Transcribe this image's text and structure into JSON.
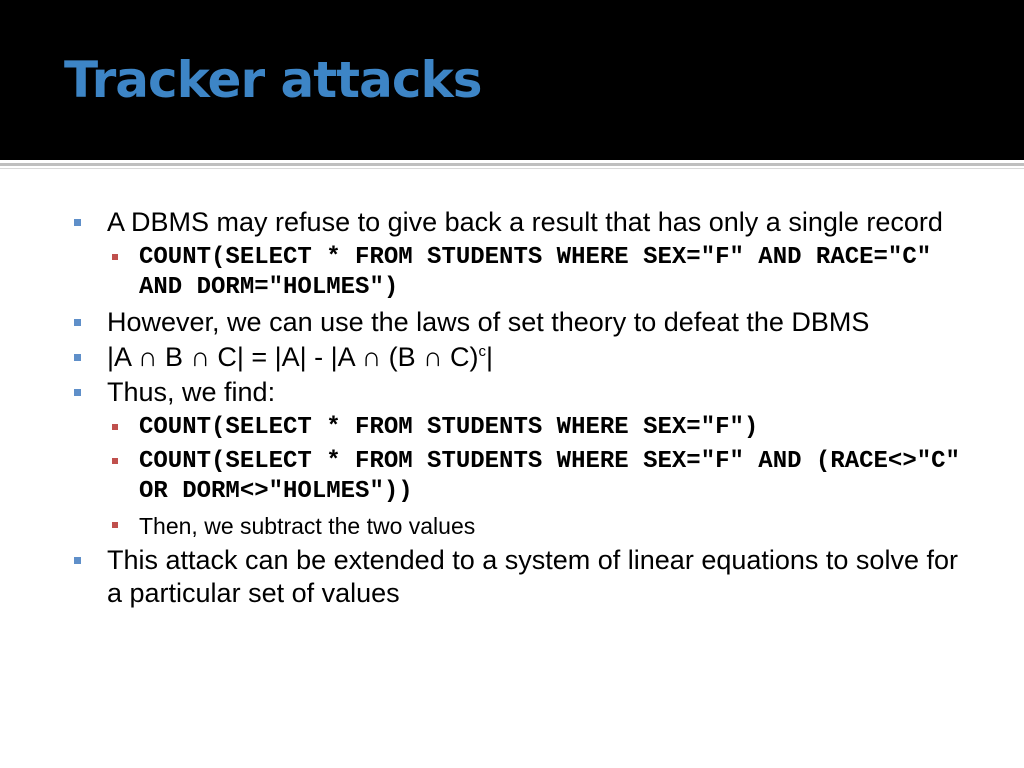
{
  "slide": {
    "title": "Tracker attacks",
    "colors": {
      "title": "#3d85c6",
      "header_bg": "#000000",
      "bullet_level1": "#5f8fc9",
      "bullet_level2": "#c0504d"
    },
    "bullets": [
      {
        "text": "A DBMS may refuse to give back a result that has only a single record"
      },
      {
        "text": "COUNT(SELECT * FROM STUDENTS WHERE SEX=\"F\" AND RACE=\"C\" AND DORM=\"HOLMES\")"
      },
      {
        "text": "However, we can use the laws of set theory to defeat the DBMS"
      },
      {
        "text_before": "|A ∩ B ∩ C| = |A| - |A ∩ (B ∩ C)",
        "sup": "c",
        "text_after": "|"
      },
      {
        "text": "Thus, we find:"
      },
      {
        "text": "COUNT(SELECT * FROM STUDENTS WHERE SEX=\"F\")"
      },
      {
        "text": "COUNT(SELECT * FROM STUDENTS WHERE SEX=\"F\" AND (RACE<>\"C\" OR DORM<>\"HOLMES\"))"
      },
      {
        "text": "Then, we subtract the two values"
      },
      {
        "text": "This attack can be extended to a system of linear equations to solve for a particular set of values"
      }
    ]
  }
}
